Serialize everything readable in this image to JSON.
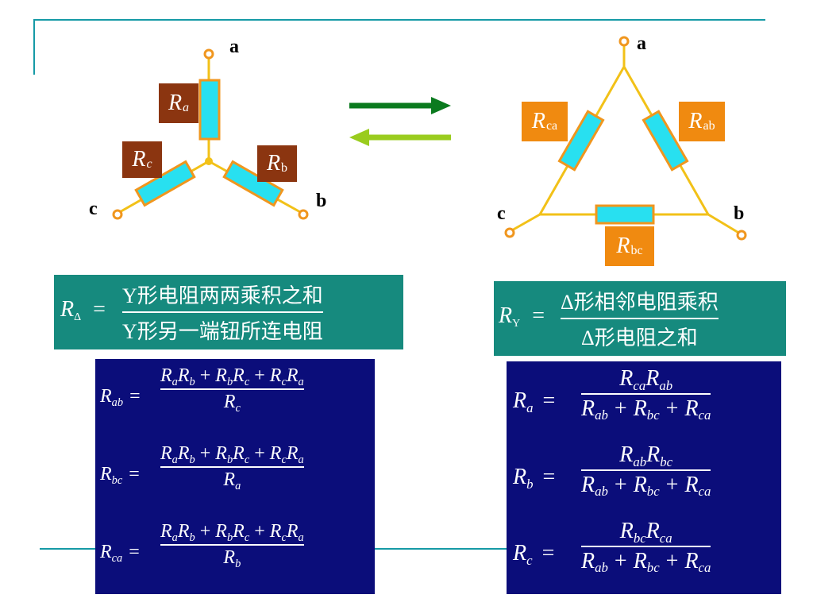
{
  "colors": {
    "accent_line": "#169aa6",
    "wire": "#f2c118",
    "terminal": "#f0961e",
    "resistor_fill": "#28e0f0",
    "star_label_bg": "#8b3510",
    "delta_label_bg": "#f08a10",
    "teal_box": "#168a7e",
    "navy_box": "#0b0d7a",
    "arrow_right": "#0a7a1e",
    "arrow_left": "#9acc1e"
  },
  "star": {
    "node_a": "a",
    "node_b": "b",
    "node_c": "c",
    "r_a": "R",
    "r_a_sub": "a",
    "r_b": "R",
    "r_b_sub": "b",
    "r_c": "R",
    "r_c_sub": "c"
  },
  "delta": {
    "node_a": "a",
    "node_b": "b",
    "node_c": "c",
    "r_ca": "R",
    "r_ca_sub": "ca",
    "r_ab": "R",
    "r_ab_sub": "ab",
    "r_bc": "R",
    "r_bc_sub": "bc"
  },
  "rule_delta": {
    "lhs": "R",
    "lhs_sub": "Δ",
    "eq": "=",
    "numerator": "Y形电阻两两乘积之和",
    "denominator": "Y形另一端钮所连电阻"
  },
  "rule_star": {
    "lhs": "R",
    "lhs_sub": "Y",
    "eq": "=",
    "numerator": "Δ形相邻电阻乘积",
    "denominator": "Δ形电阻之和"
  },
  "star_to_delta": [
    {
      "lhs_sub": "ab",
      "den_sub": "c"
    },
    {
      "lhs_sub": "bc",
      "den_sub": "a"
    },
    {
      "lhs_sub": "ca",
      "den_sub": "b"
    }
  ],
  "delta_to_star": [
    {
      "lhs_sub": "a",
      "num_sub1": "ca",
      "num_sub2": "ab"
    },
    {
      "lhs_sub": "b",
      "num_sub1": "ab",
      "num_sub2": "bc"
    },
    {
      "lhs_sub": "c",
      "num_sub1": "bc",
      "num_sub2": "ca"
    }
  ],
  "common_numerator": {
    "R": "R",
    "plus": "+",
    "subs": [
      "a",
      "b",
      "b",
      "c",
      "c",
      "a"
    ]
  },
  "common_denominator": {
    "R": "R",
    "plus": "+",
    "subs": [
      "ab",
      "bc",
      "ca"
    ]
  }
}
